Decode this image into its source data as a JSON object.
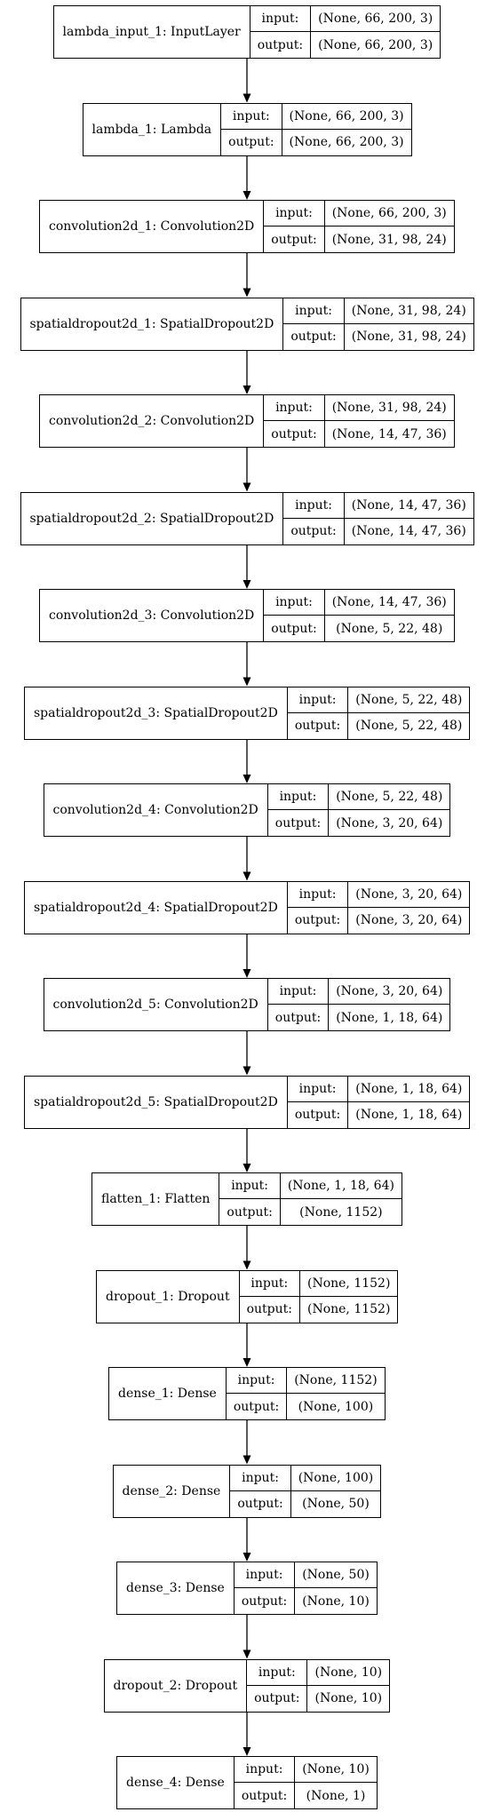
{
  "diagram": {
    "edge_color": "#000000",
    "labels": {
      "input": "input:",
      "output": "output:"
    },
    "nodes": [
      {
        "name": "lambda_input_1: InputLayer",
        "input": "(None, 66, 200, 3)",
        "output": "(None, 66, 200, 3)"
      },
      {
        "name": "lambda_1: Lambda",
        "input": "(None, 66, 200, 3)",
        "output": "(None, 66, 200, 3)"
      },
      {
        "name": "convolution2d_1: Convolution2D",
        "input": "(None, 66, 200, 3)",
        "output": "(None, 31, 98, 24)"
      },
      {
        "name": "spatialdropout2d_1: SpatialDropout2D",
        "input": "(None, 31, 98, 24)",
        "output": "(None, 31, 98, 24)"
      },
      {
        "name": "convolution2d_2: Convolution2D",
        "input": "(None, 31, 98, 24)",
        "output": "(None, 14, 47, 36)"
      },
      {
        "name": "spatialdropout2d_2: SpatialDropout2D",
        "input": "(None, 14, 47, 36)",
        "output": "(None, 14, 47, 36)"
      },
      {
        "name": "convolution2d_3: Convolution2D",
        "input": "(None, 14, 47, 36)",
        "output": "(None, 5, 22, 48)"
      },
      {
        "name": "spatialdropout2d_3: SpatialDropout2D",
        "input": "(None, 5, 22, 48)",
        "output": "(None, 5, 22, 48)"
      },
      {
        "name": "convolution2d_4: Convolution2D",
        "input": "(None, 5, 22, 48)",
        "output": "(None, 3, 20, 64)"
      },
      {
        "name": "spatialdropout2d_4: SpatialDropout2D",
        "input": "(None, 3, 20, 64)",
        "output": "(None, 3, 20, 64)"
      },
      {
        "name": "convolution2d_5: Convolution2D",
        "input": "(None, 3, 20, 64)",
        "output": "(None, 1, 18, 64)"
      },
      {
        "name": "spatialdropout2d_5: SpatialDropout2D",
        "input": "(None, 1, 18, 64)",
        "output": "(None, 1, 18, 64)"
      },
      {
        "name": "flatten_1: Flatten",
        "input": "(None, 1, 18, 64)",
        "output": "(None, 1152)"
      },
      {
        "name": "dropout_1: Dropout",
        "input": "(None, 1152)",
        "output": "(None, 1152)"
      },
      {
        "name": "dense_1: Dense",
        "input": "(None, 1152)",
        "output": "(None, 100)"
      },
      {
        "name": "dense_2: Dense",
        "input": "(None, 100)",
        "output": "(None, 50)"
      },
      {
        "name": "dense_3: Dense",
        "input": "(None, 50)",
        "output": "(None, 10)"
      },
      {
        "name": "dropout_2: Dropout",
        "input": "(None, 10)",
        "output": "(None, 10)"
      },
      {
        "name": "dense_4: Dense",
        "input": "(None, 10)",
        "output": "(None, 1)"
      }
    ]
  }
}
